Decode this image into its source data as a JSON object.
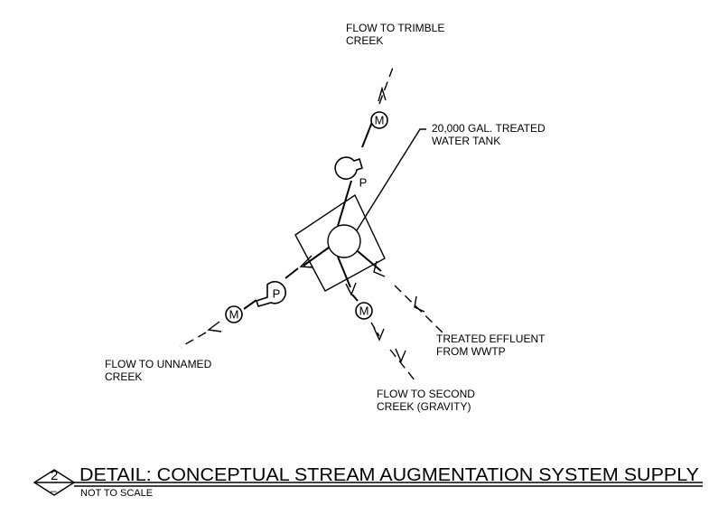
{
  "labels": {
    "trimble": [
      "FLOW TO TRIMBLE",
      "CREEK"
    ],
    "tank": [
      "20,000 GAL. TREATED",
      "WATER TANK"
    ],
    "unnamed": [
      "FLOW TO UNNAMED",
      "CREEK"
    ],
    "effluent": [
      "TREATED EFFLUENT",
      "FROM WWTP"
    ],
    "second": [
      "FLOW TO SECOND",
      "CREEK (GRAVITY)"
    ]
  },
  "symbols": {
    "meter": "M",
    "pump": "P"
  },
  "title_block": {
    "detail_number": "2",
    "sheet_ref": "–",
    "title": "DETAIL: CONCEPTUAL STREAM AUGMENTATION SYSTEM SUPPLY",
    "scale_note": "NOT TO SCALE"
  }
}
